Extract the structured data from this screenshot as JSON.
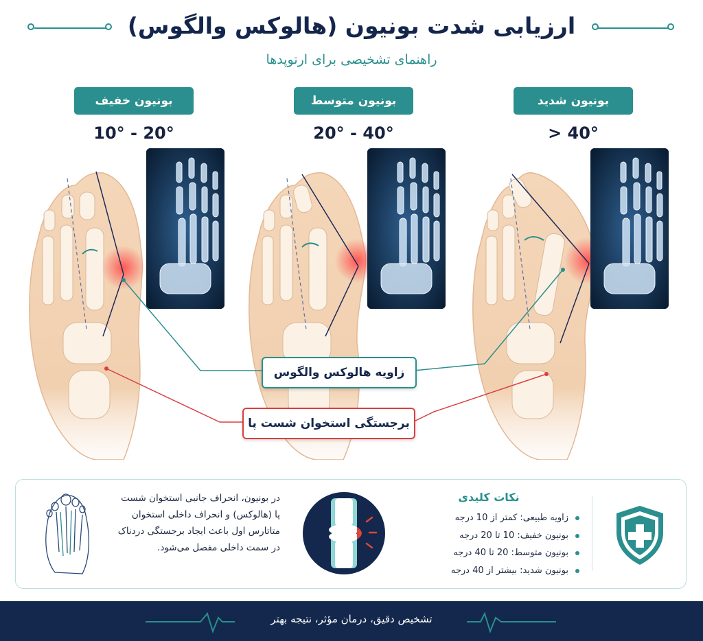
{
  "header": {
    "title": "ارزیابی شدت بونیون (هالوکس والگوس)",
    "subtitle": "راهنمای تشخیصی برای ارتوپدها"
  },
  "severity_levels": [
    {
      "label": "بونیون خفیف",
      "range": "10° - 20°"
    },
    {
      "label": "بونیون متوسط",
      "range": "20° - 40°"
    },
    {
      "label": "بونیون شدید",
      "range": "> 40°"
    }
  ],
  "callouts": {
    "hallux_valgus_angle": "زاویه هالوکس والگوس",
    "first_mtp_prominence": "برجستگی استخوان شست پا"
  },
  "info": {
    "description": "در بونیون، انحراف جانبی استخوان شست پا (هالوکس) و انحراف داخلی استخوان متاتارس اول باعث ایجاد برجستگی دردناک در سمت داخلی مفصل می‌شود.",
    "tips_title": "نکات کلیدی",
    "tips": [
      "زاویه طبیعی: کمتر از 10 درجه",
      "بونیون خفیف: 10 تا 20 درجه",
      "بونیون متوسط: 20 تا 40 درجه",
      "بونیون شدید: بیشتر از 40 درجه"
    ]
  },
  "footer": {
    "tagline": "تشخیص دقیق، درمان مؤثر، نتیجه بهتر"
  },
  "colors": {
    "teal": "#2a8f8e",
    "navy": "#13284c",
    "highlight_red": "#d94040",
    "skin": "#f2cfae"
  },
  "icons": {
    "foot_outline": "foot-outline-icon",
    "joint": "joint-inflammation-icon",
    "shield": "medical-shield-icon",
    "heartbeat": "heartbeat-line-icon"
  }
}
